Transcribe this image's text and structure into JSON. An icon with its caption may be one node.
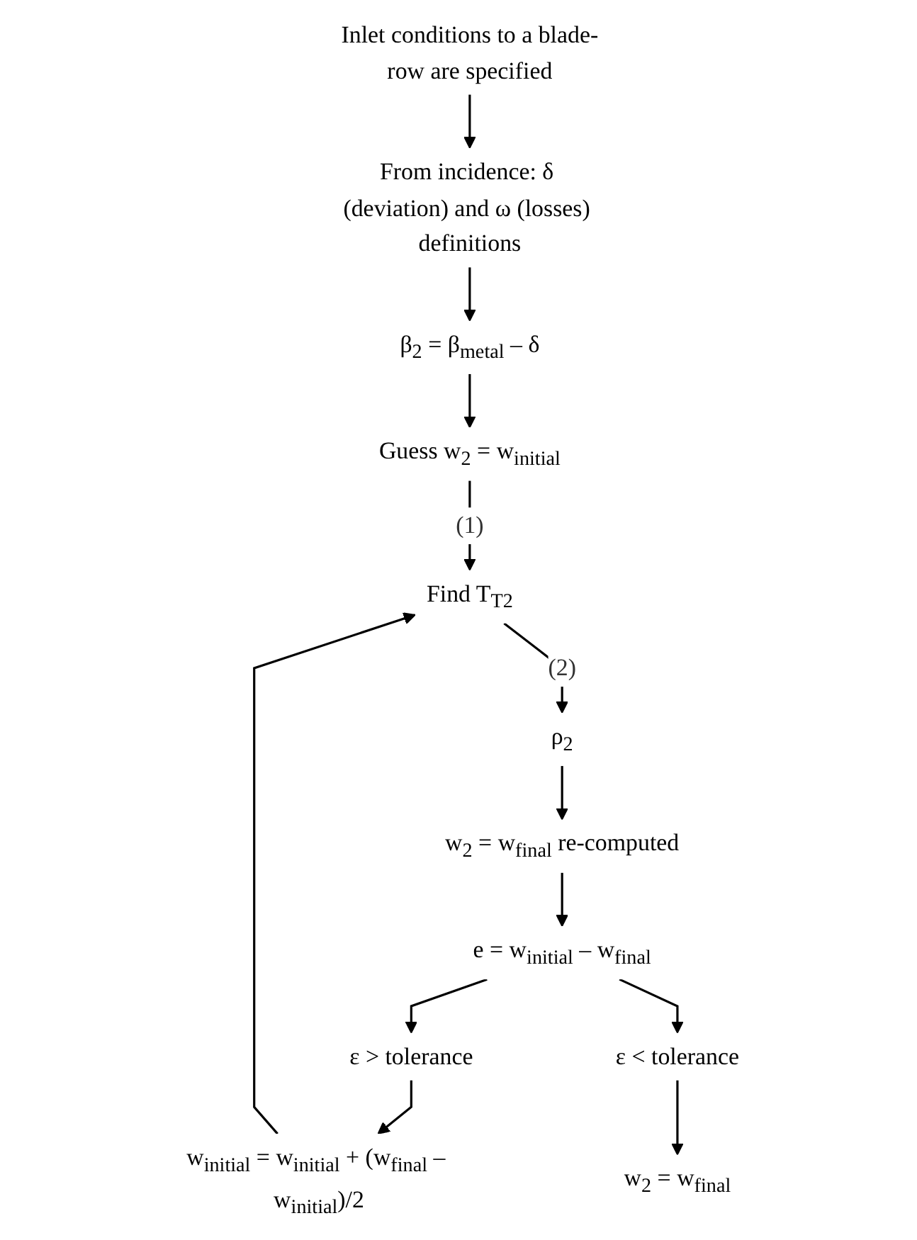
{
  "diagram": {
    "nodes": [
      {
        "text": [
          "Inlet conditions to a blade-row are specified"
        ]
      },
      {
        "text": [
          "From incidence: δ (deviation) and ω (losses) definitions"
        ]
      },
      {
        "text": [
          "β$_{2}$ = β$_{metal}$ – δ"
        ]
      },
      {
        "text": [
          "Guess w$_{2}$ = w$_{initial}$"
        ]
      },
      {
        "text": [
          "w$_{initial}$ = w$_{initial}$ + (w$_{final}$ – w$_{initial}$)/2"
        ]
      },
      {
        "text": [
          "Find T$_{T2}$"
        ]
      },
      {
        "text": [
          "ρ$_{2}$"
        ]
      },
      {
        "text": [
          "w$_{2}$ = w$_{final}$ re-computed"
        ]
      },
      {
        "text": [
          "ε > tolerance"
        ]
      },
      {
        "text": [
          "e = w$_{initial}$ – w$_{final}$"
        ]
      },
      {
        "text": [
          "ε < tolerance"
        ]
      },
      {
        "text": [
          "w$_{2}$ = w$_{final}$"
        ]
      }
    ],
    "edges": [
      {
        "from": 0,
        "to": 1,
        "arrow": "to"
      },
      {
        "from": 1,
        "to": 2,
        "arrow": "to"
      },
      {
        "from": 2,
        "to": 3,
        "arrow": "to"
      },
      {
        "from": 3,
        "to": 5,
        "arrow": "to",
        "label": "(1)"
      },
      {
        "from": 4,
        "to": 5,
        "arrow": "to"
      },
      {
        "from": 5,
        "to": 6,
        "arrow": "to",
        "label": "(2)"
      },
      {
        "from": 6,
        "to": 7,
        "arrow": "to"
      },
      {
        "from": 7,
        "to": 9,
        "arrow": "to"
      },
      {
        "from": 9,
        "to": 8,
        "arrow": "to"
      },
      {
        "from": 8,
        "to": 4,
        "arrow": "to"
      },
      {
        "from": 9,
        "to": 10,
        "arrow": "to"
      },
      {
        "from": 10,
        "to": 11,
        "arrow": "to"
      }
    ]
  }
}
